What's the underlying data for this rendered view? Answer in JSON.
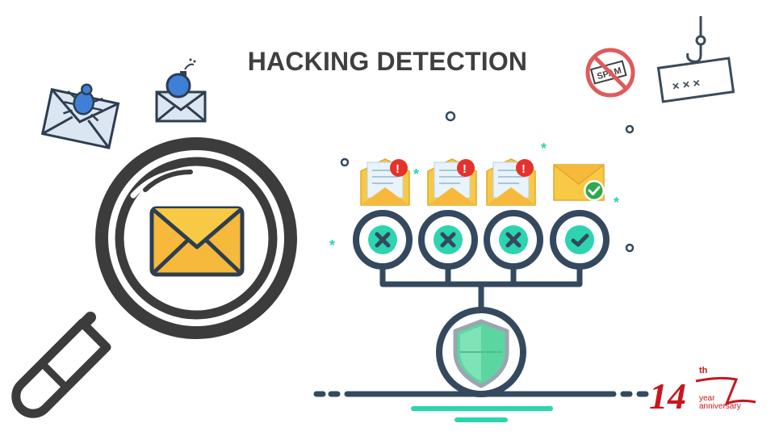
{
  "title": "HACKING DETECTION",
  "spam_badge": {
    "label": "SPAM"
  },
  "phishing_card": {
    "marks": "× × ×"
  },
  "logo": {
    "number": "14",
    "superscript": "th",
    "line1": "year",
    "line2": "anniversary"
  },
  "filter_results": [
    {
      "verdict": "blocked",
      "icon": "x-icon"
    },
    {
      "verdict": "blocked",
      "icon": "x-icon"
    },
    {
      "verdict": "blocked",
      "icon": "x-icon"
    },
    {
      "verdict": "allowed",
      "icon": "check-icon"
    }
  ],
  "colors": {
    "navy": "#34495e",
    "teal": "#2dd4b0",
    "envelope_yellow": "#f7c945",
    "alert_red": "#e5322d",
    "shield_green": "#5cd6a0",
    "logo_red": "#c8161d"
  }
}
